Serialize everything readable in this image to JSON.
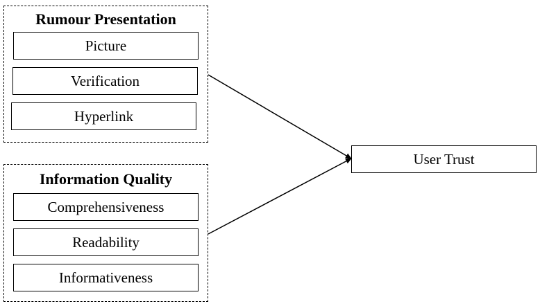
{
  "groups": [
    {
      "title": "Rumour Presentation",
      "items": [
        "Picture",
        "Verification",
        "Hyperlink"
      ]
    },
    {
      "title": "Information Quality",
      "items": [
        "Comprehensiveness",
        "Readability",
        "Informativeness"
      ]
    }
  ],
  "outcome": {
    "label": "User Trust"
  }
}
